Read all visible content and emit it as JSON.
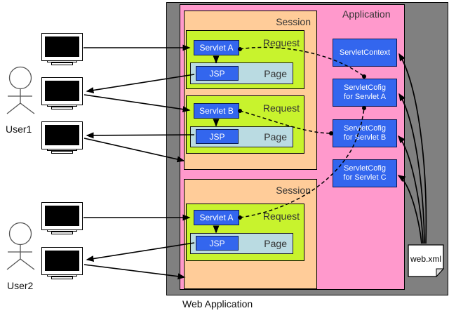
{
  "colors": {
    "gray": "#808080",
    "pink": "#FF99CC",
    "orange": "#FFCC99",
    "green": "#C8F32D",
    "blue": "#3366EE",
    "lightblue": "#BADBE2",
    "label-color": "#333333"
  },
  "outer": {
    "web_application_label": "Web Application"
  },
  "application": {
    "label": "Application"
  },
  "sessions": [
    {
      "label": "Session",
      "requests": [
        {
          "label": "Request",
          "servlet": "Servlet A",
          "jsp": "JSP",
          "page": "Page"
        },
        {
          "label": "Request",
          "servlet": "Servlet B",
          "jsp": "JSP",
          "page": "Page"
        }
      ]
    },
    {
      "label": "Session",
      "requests": [
        {
          "label": "Request",
          "servlet": "Servlet A",
          "jsp": "JSP",
          "page": "Page"
        }
      ]
    }
  ],
  "config_boxes": [
    {
      "label": "ServletContext"
    },
    {
      "line1": "ServletCofig",
      "line2": "for Servlet A"
    },
    {
      "line1": "ServletCofig",
      "line2": "for Servlet B"
    },
    {
      "line1": "ServletCofig",
      "line2": "for Servlet C"
    }
  ],
  "webxml": {
    "label": "web.xml"
  },
  "users": [
    {
      "label": "User1"
    },
    {
      "label": "User2"
    }
  ]
}
